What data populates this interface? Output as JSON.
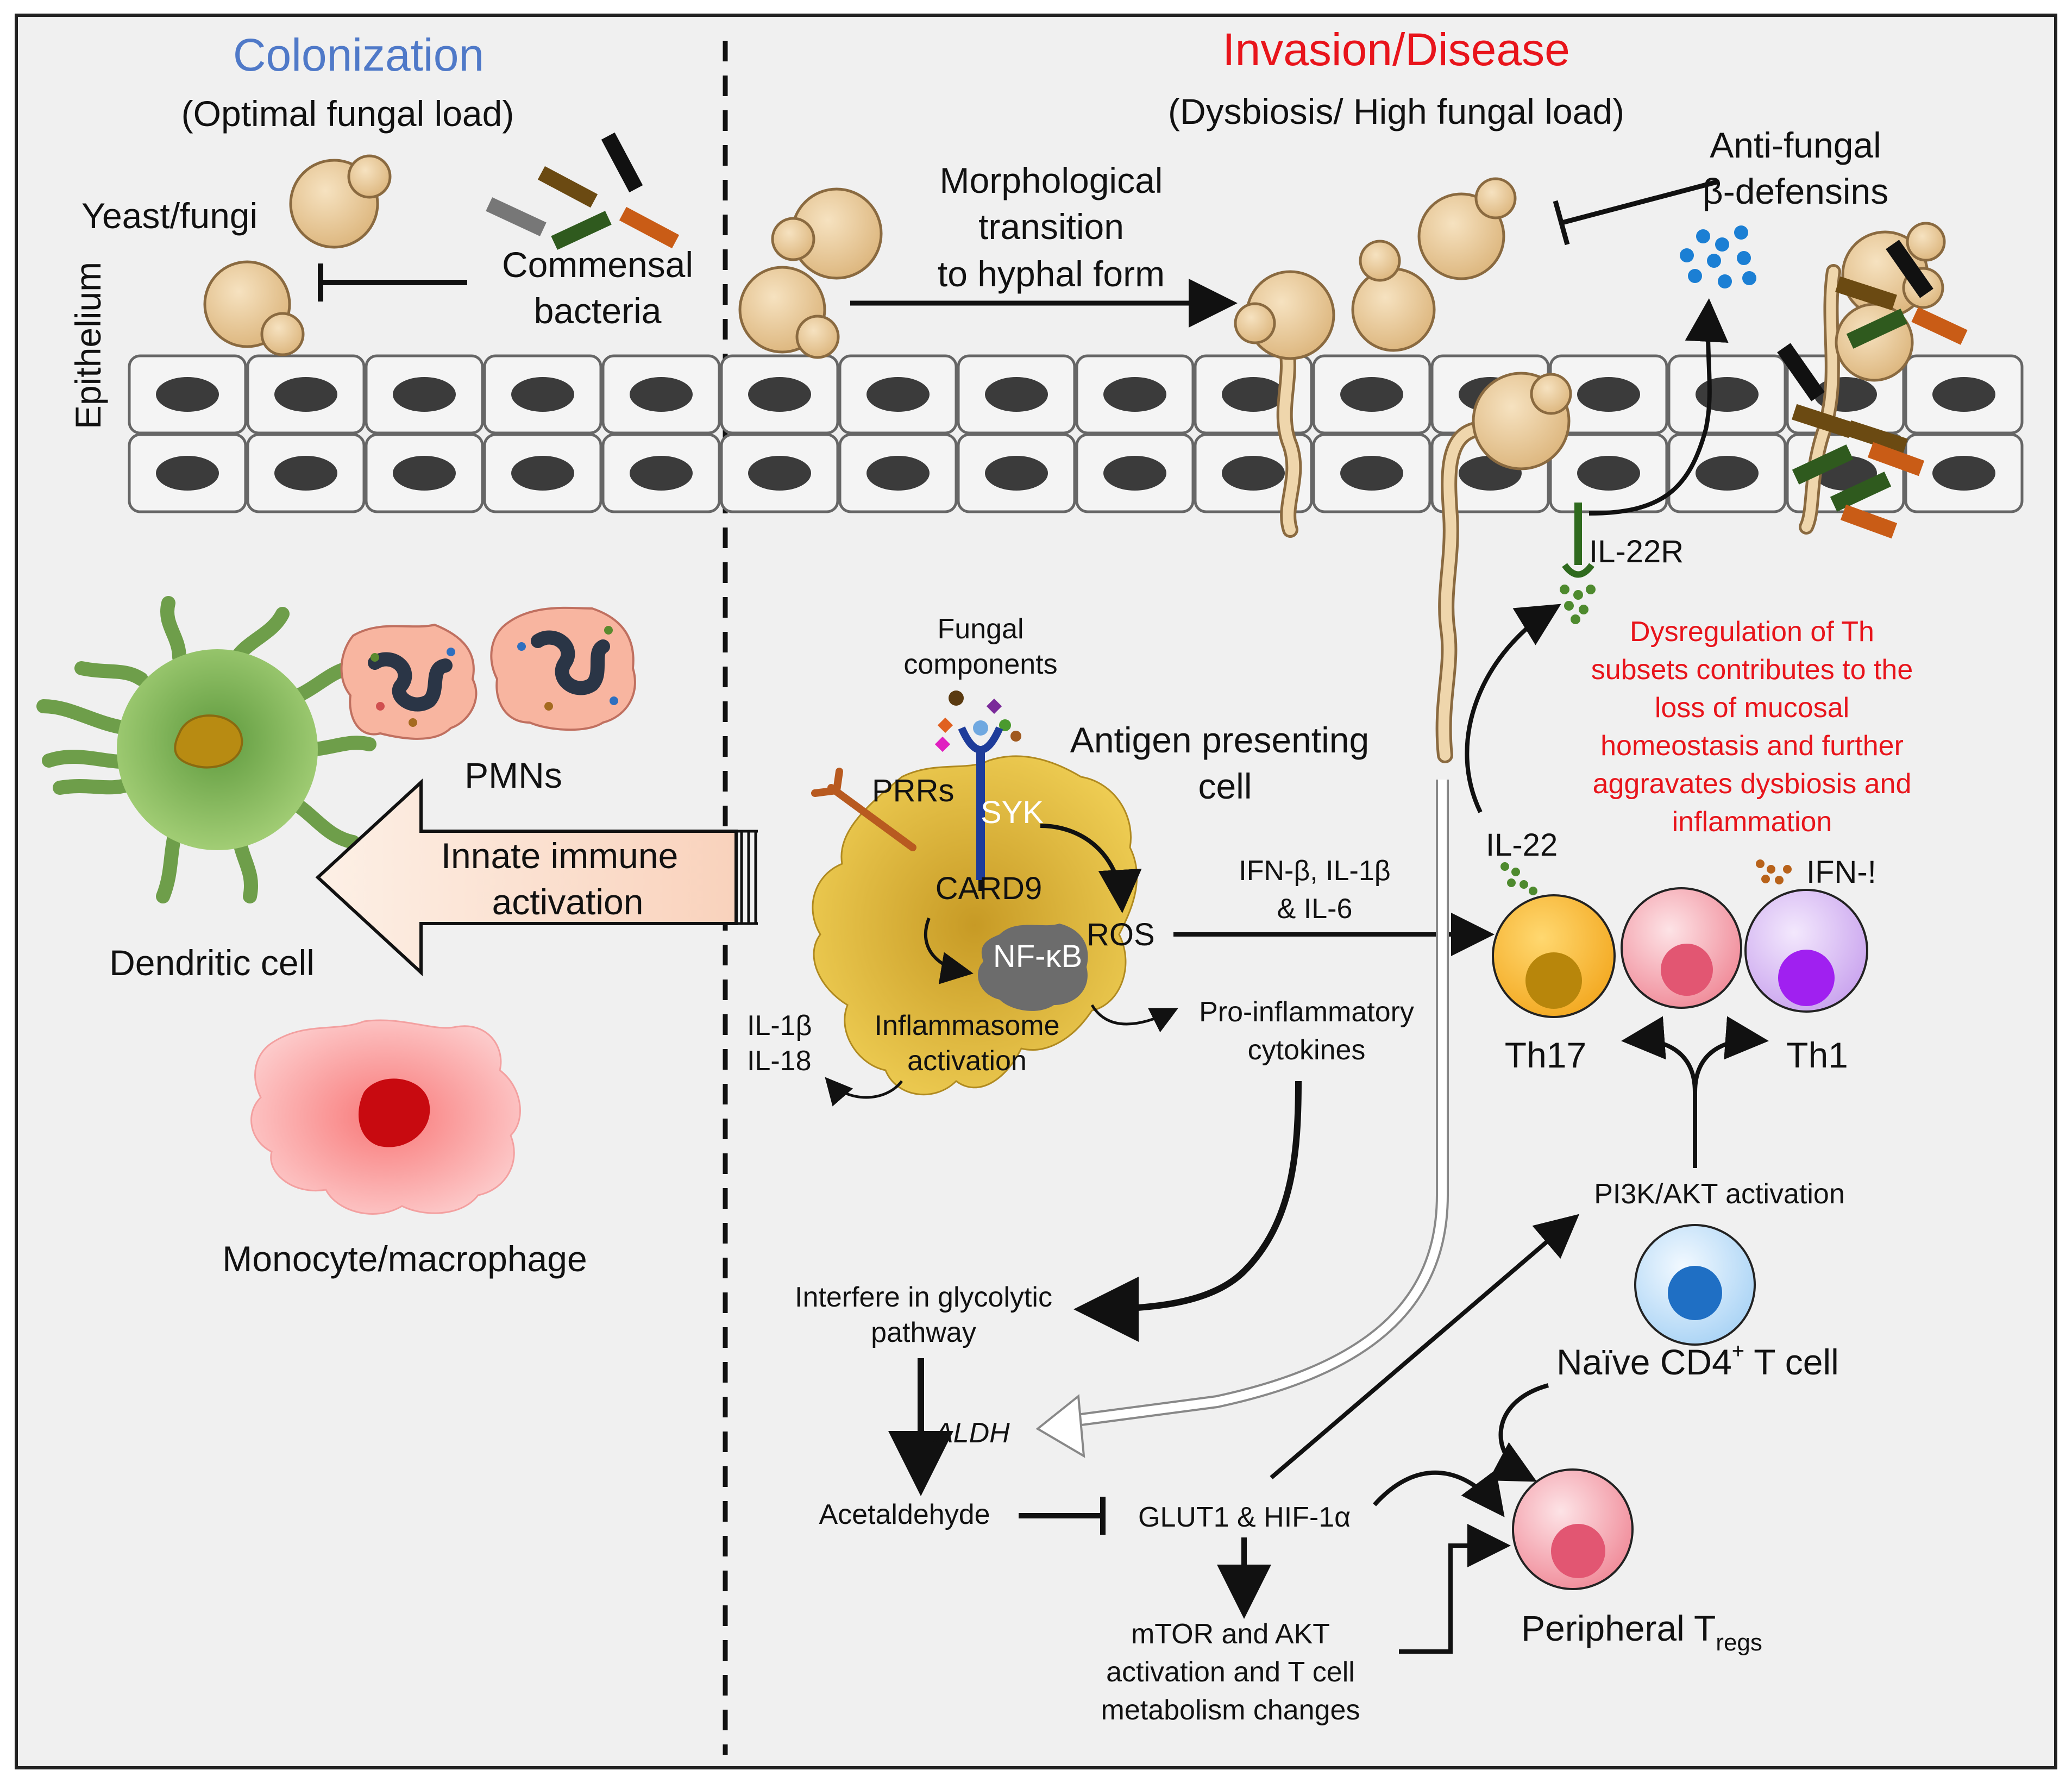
{
  "sections": {
    "colonization": {
      "title": "Colonization",
      "subtitle": "(Optimal fungal load)"
    },
    "invasion": {
      "title": "Invasion/Disease",
      "subtitle": "(Dysbiosis/ High fungal load)"
    }
  },
  "labels": {
    "yeast": "Yeast/fungi",
    "commensal_1": "Commensal",
    "commensal_2": "bacteria",
    "epithelium": "Epithelium",
    "morph_1": "Morphological",
    "morph_2": "transition",
    "morph_3": "to hyphal form",
    "antifungal_1": "Anti-fungal",
    "antifungal_2": "β-defensins",
    "il22r": "IL-22R",
    "dysreg_1": "Dysregulation of Th",
    "dysreg_2": "subsets contributes to the",
    "dysreg_3": "loss of mucosal",
    "dysreg_4": "homeostasis and further",
    "dysreg_5": "aggravates dysbiosis and",
    "dysreg_6": "inflammation",
    "pmns": "PMNs",
    "dendritic": "Dendritic cell",
    "innate_1": "Innate immune",
    "innate_2": "activation",
    "monocyte": "Monocyte/macrophage",
    "fungal_1": "Fungal",
    "fungal_2": "components",
    "apc_1": "Antigen presenting",
    "apc_2": "cell",
    "prrs": "PRRs",
    "syk": "SYK",
    "card9": "CARD9",
    "nfkb": "NF-κB",
    "ros": "ROS",
    "inflammasome_1": "Inflammasome",
    "inflammasome_2": "activation",
    "il1b": "IL-1β",
    "il18": "IL-18",
    "ifn_1": "IFN-β, IL-1β",
    "ifn_2": "& IL-6",
    "proinfl_1": "Pro-inflammatory",
    "proinfl_2": "cytokines",
    "il22": "IL-22",
    "ifng": "IFN-!",
    "th17": "Th17",
    "th1": "Th1",
    "pi3k": "PI3K/AKT activation",
    "naive": "Naïve CD4",
    "naive_sup": "+",
    "naive_end": " T cell",
    "glyco_1": "Interfere in glycolytic",
    "glyco_2": "pathway",
    "aldh": "ALDH",
    "acetaldehyde": "Acetaldehyde",
    "glut1": "GLUT1 & HIF-1α",
    "mtor_1": "mTOR and AKT",
    "mtor_2": "activation and T cell",
    "mtor_3": "metabolism changes",
    "treg": "Peripheral T",
    "treg_sub": "regs"
  },
  "colors": {
    "colonization_title": "#4f79c8",
    "invasion_title": "#e8141b",
    "dysregulation_text": "#e8141b",
    "yeast_fill": "#e8c99a",
    "apc_fill": "#e0b73d",
    "th17_fill": "#f7b733",
    "th17_nucleus": "#b8860b",
    "treg_fill": "#f4a3ae",
    "th1_fill": "#d7b8f2",
    "th1_nucleus": "#a020f0",
    "naive_fill": "#cfe8fb",
    "naive_nucleus": "#1f6fc4",
    "dendritic_fill": "#8fbe63",
    "monocyte_fill": "#f48a8a",
    "innate_arrow_fill": "#fbe0d0"
  }
}
